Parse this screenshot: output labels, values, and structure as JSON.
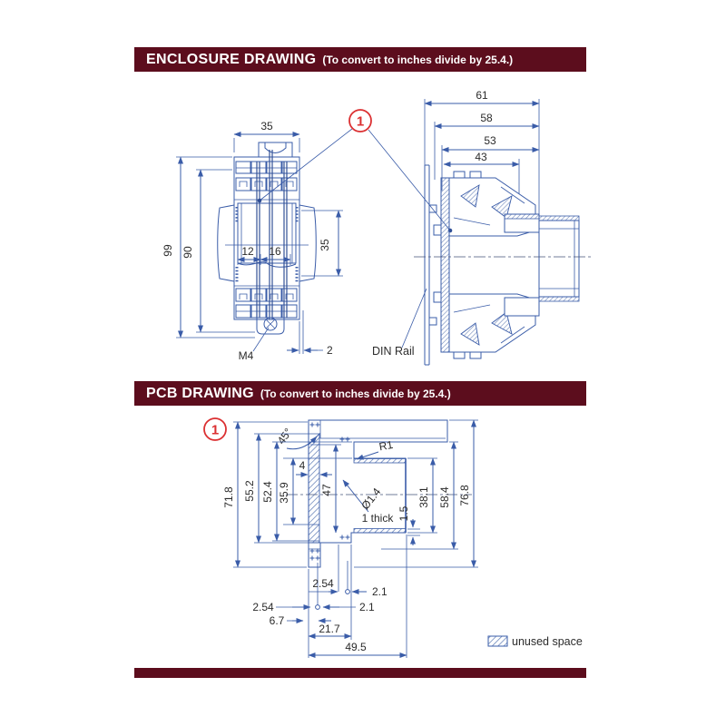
{
  "page": {
    "background": "#ffffff",
    "accent_maroon": "#5C0D1D",
    "line_blue": "#3A5CA8",
    "callout_red": "#DB3032"
  },
  "enclosure": {
    "title": "ENCLOSURE DRAWING",
    "subtitle": "(To convert to inches divide by 25.4.)",
    "callout": "1",
    "front": {
      "dim_top_width": "35",
      "dim_total_height": "99",
      "dim_inner_height": "90",
      "dim_pitch_left": "12",
      "dim_pitch_right": "16",
      "dim_rail_section": "35",
      "screw_label": "M4",
      "dim_offset": "2"
    },
    "side": {
      "dim_depth_total": "61",
      "dim_depth_2": "58",
      "dim_depth_3": "53",
      "dim_depth_4": "43",
      "din_rail_label": "DIN Rail"
    }
  },
  "pcb": {
    "title": "PCB DRAWING",
    "subtitle": "(To convert to inches divide by 25.4.)",
    "callout": "1",
    "dims": {
      "chamfer_angle": "45°",
      "strip_width": "4",
      "fillet": "R1",
      "height_total_left": "71.8",
      "height_1": "55.2",
      "height_2": "52.4",
      "height_3": "35.9",
      "height_4": "47",
      "hole_diameter": "Ø1.4",
      "thickness_note": "1 thick",
      "right_1": "1.5",
      "right_2": "38.1",
      "right_3": "58.4",
      "height_total_right": "76.8",
      "bottom_pitch_1": "2.54",
      "bottom_hole_1": "2.1",
      "bottom_pitch_2": "2.54",
      "bottom_hole_2": "2.1",
      "bottom_3": "6.7",
      "bottom_4": "21.7",
      "bottom_width": "49.5"
    },
    "legend": {
      "label": "unused space"
    }
  }
}
